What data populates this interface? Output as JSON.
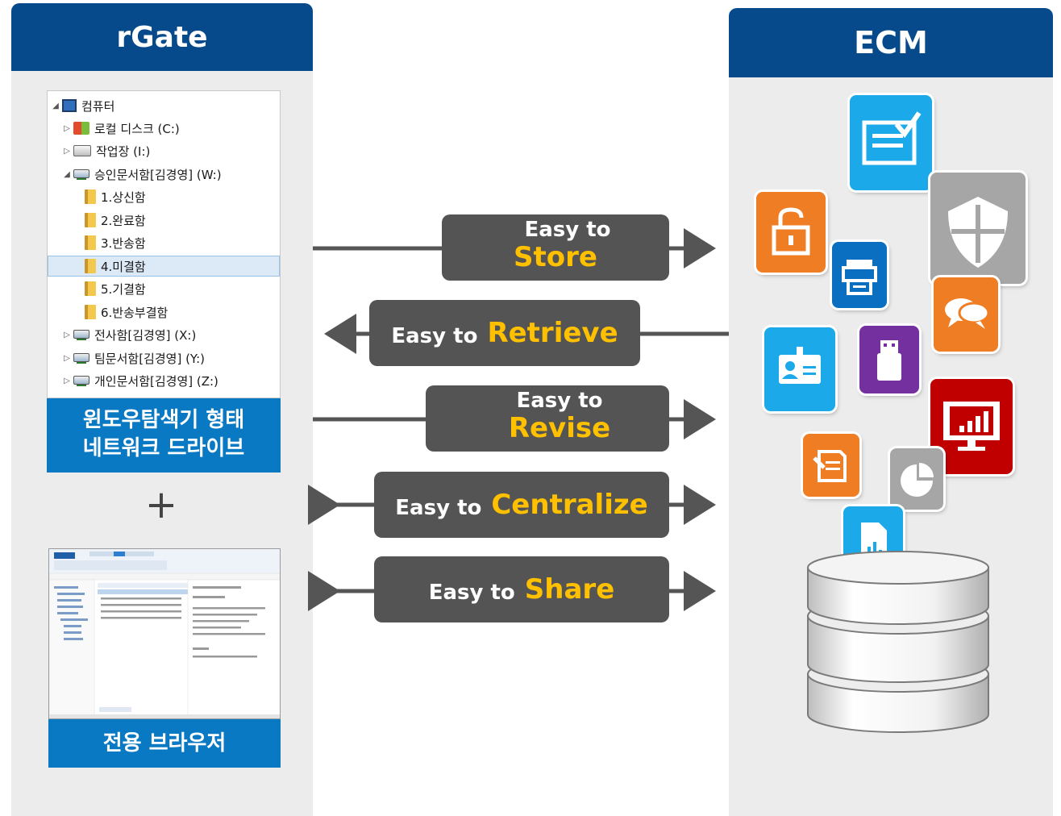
{
  "left_panel": {
    "title": "rGate",
    "explorer": {
      "items": [
        {
          "label": "컴퓨터"
        },
        {
          "label": "로컬 디스크 (C:)"
        },
        {
          "label": "작업장 (I:)"
        },
        {
          "label": "승인문서함[김경영] (W:)"
        },
        {
          "label": "1.상신함"
        },
        {
          "label": "2.완료함"
        },
        {
          "label": "3.반송함"
        },
        {
          "label": "4.미결함"
        },
        {
          "label": "5.기결함"
        },
        {
          "label": "6.반송부결함"
        },
        {
          "label": "전사함[김경영] (X:)"
        },
        {
          "label": "팀문서함[김경영] (Y:)"
        },
        {
          "label": "개인문서함[김경영] (Z:)"
        }
      ]
    },
    "label1_line1": "윈도우탐색기 형태",
    "label1_line2": "네트워크 드라이브",
    "plus": "+",
    "label2": "전용 브라우저"
  },
  "right_panel": {
    "title": "ECM"
  },
  "arrows": {
    "store": {
      "easy": "Easy to",
      "word": "Store"
    },
    "retrieve": {
      "easy": "Easy to",
      "word": "Retrieve"
    },
    "revise": {
      "easy": "Easy to",
      "word": "Revise"
    },
    "centralize": {
      "easy": "Easy to",
      "word": "Centralize"
    },
    "share": {
      "easy": "Easy to",
      "word": "Share"
    }
  },
  "colors": {
    "header_blue": "#064a8c",
    "label_blue": "#0a79c3",
    "pill_gray": "#545454",
    "highlight": "#ffc000"
  }
}
